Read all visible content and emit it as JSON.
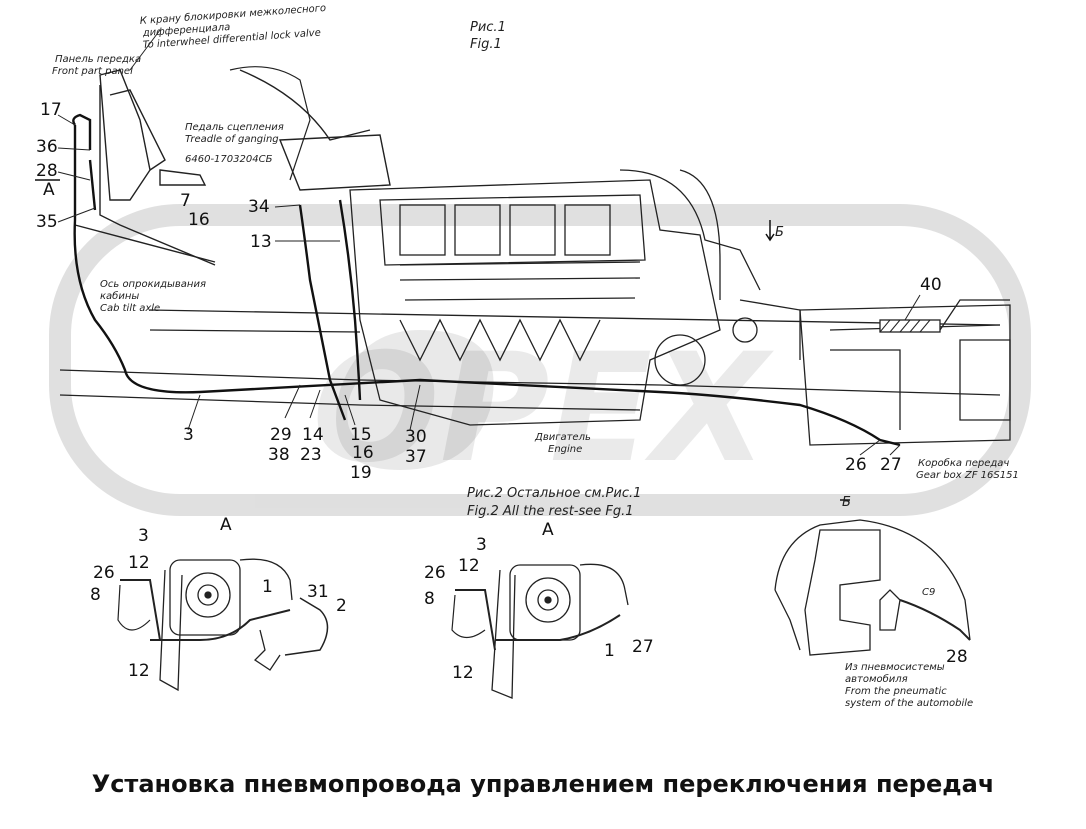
{
  "fig1": {
    "ru": "Рис.1",
    "en": "Fig.1"
  },
  "fig2": {
    "ru": "Рис.2 Остальное см.Рис.1",
    "en": "Fig.2 All the rest-see Fg.1"
  },
  "labels": {
    "valve_ru1": "К крану блокировки межколесного",
    "valve_ru2": "дифференциала",
    "valve_en": "To interwheel differential lock valve",
    "panel_ru": "Панель передка",
    "panel_en": "Front part panel",
    "pedal_ru": "Педаль сцепления",
    "pedal_en": "Treadle of ganging",
    "part_no": "6460-1703204СБ",
    "axle_ru1": "Ось опрокидывания",
    "axle_ru2": "кабины",
    "axle_en": "Cab tilt axle",
    "engine_ru": "Двигатель",
    "engine_en": "Engine",
    "gearbox_ru": "Коробка передач",
    "gearbox_en": "Gear box ZF 16S151",
    "pneu_ru1": "Из пневмосистемы",
    "pneu_ru2": "автомобиля",
    "pneu_en1": "From the pneumatic",
    "pneu_en2": "system of the automobile",
    "view_a": "A",
    "view_b": "Б",
    "c9": "C9",
    "watermark": "OPEX"
  },
  "callouts": {
    "n17": "17",
    "n36": "36",
    "n28": "28",
    "n35": "35",
    "nA": "A",
    "n7": "7",
    "n16a": "16",
    "n34": "34",
    "n13": "13",
    "n40": "40",
    "n3": "3",
    "n29": "29",
    "n38": "38",
    "n14": "14",
    "n23": "23",
    "n15": "15",
    "n16b": "16",
    "n19": "19",
    "n30": "30",
    "n37": "37",
    "n26": "26",
    "n27": "27",
    "l3": "3",
    "l12a": "12",
    "l26": "26",
    "l8": "8",
    "l12b": "12",
    "l1": "1",
    "l31": "31",
    "l2": "2",
    "m3": "3",
    "m12a": "12",
    "m26": "26",
    "m8": "8",
    "m12b": "12",
    "m1": "1",
    "m27": "27",
    "r28": "28"
  },
  "title": "Установка пневмопровода управлением переключения передач"
}
